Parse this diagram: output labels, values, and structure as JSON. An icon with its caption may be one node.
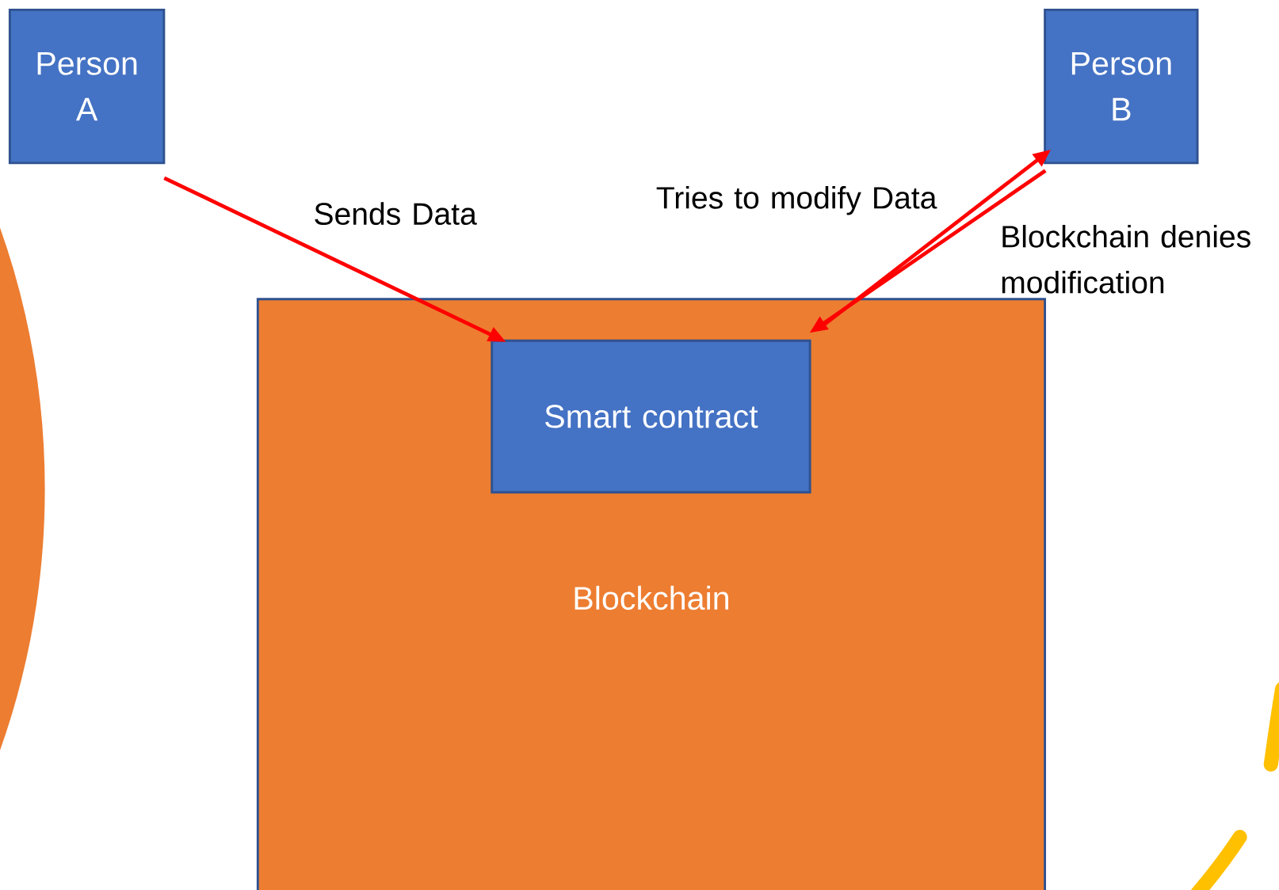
{
  "diagram": {
    "nodes": [
      {
        "text": [
          "Person A"
        ]
      },
      {
        "text": [
          "Person B"
        ]
      },
      {
        "text": [
          "Blockchain"
        ]
      },
      {
        "text": [
          "Smart contract"
        ],
        "in": 2
      }
    ],
    "edges": [
      {
        "from": 0,
        "to": 3,
        "arrow": "to",
        "label": "Sends Data"
      },
      {
        "from": 1,
        "to": 3,
        "arrow": "to",
        "label": "Tries to modify Data"
      },
      {
        "from": 3,
        "to": 1,
        "arrow": "to",
        "label": "Blockchain denies modification"
      }
    ]
  }
}
